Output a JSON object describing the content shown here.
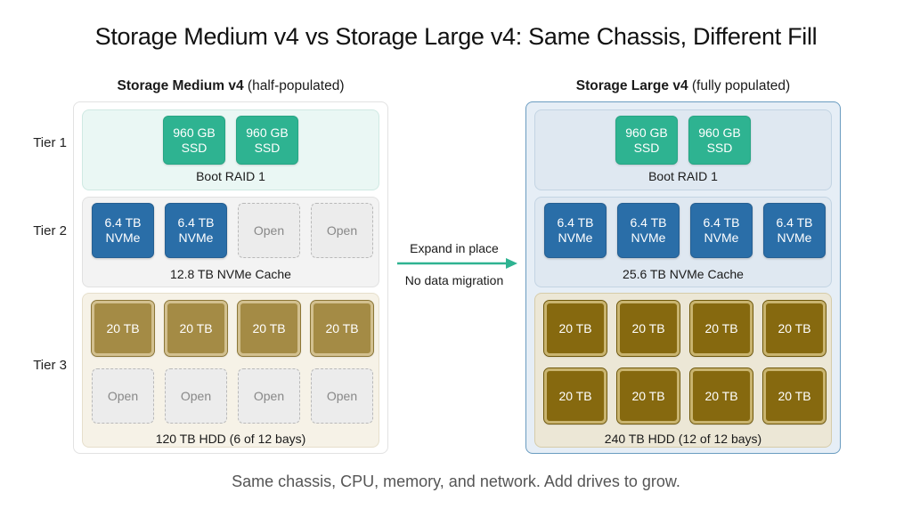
{
  "title": "Storage Medium v4 vs Storage Large v4: Same Chassis, Different Fill",
  "tier_labels": [
    "Tier 1",
    "Tier 2",
    "Tier 3"
  ],
  "colors": {
    "ssd": "#2eb391",
    "nvme": "#2a6ea8",
    "hdd_medium": "#a48b45",
    "hdd_large": "#86690f",
    "arrow": "#2eb391",
    "large_border": "#6a9cc0"
  },
  "medium": {
    "name": "Storage Medium v4",
    "qualifier": "(half-populated)",
    "tier1": {
      "drives": [
        {
          "line1": "960 GB",
          "line2": "SSD"
        },
        {
          "line1": "960 GB",
          "line2": "SSD"
        }
      ],
      "caption": "Boot RAID 1"
    },
    "tier2": {
      "drives": [
        {
          "line1": "6.4 TB",
          "line2": "NVMe"
        },
        {
          "line1": "6.4 TB",
          "line2": "NVMe"
        },
        {
          "line1": "Open"
        },
        {
          "line1": "Open"
        }
      ],
      "caption": "12.8 TB NVMe Cache"
    },
    "tier3": {
      "row1": [
        "20 TB",
        "20 TB",
        "20 TB",
        "20 TB"
      ],
      "row2": [
        "Open",
        "Open",
        "Open",
        "Open"
      ],
      "caption": "120 TB HDD (6 of 12 bays)"
    }
  },
  "large": {
    "name": "Storage Large v4",
    "qualifier": "(fully populated)",
    "tier1": {
      "drives": [
        {
          "line1": "960 GB",
          "line2": "SSD"
        },
        {
          "line1": "960 GB",
          "line2": "SSD"
        }
      ],
      "caption": "Boot RAID 1"
    },
    "tier2": {
      "drives": [
        {
          "line1": "6.4 TB",
          "line2": "NVMe"
        },
        {
          "line1": "6.4 TB",
          "line2": "NVMe"
        },
        {
          "line1": "6.4 TB",
          "line2": "NVMe"
        },
        {
          "line1": "6.4 TB",
          "line2": "NVMe"
        }
      ],
      "caption": "25.6 TB NVMe Cache"
    },
    "tier3": {
      "row1": [
        "20 TB",
        "20 TB",
        "20 TB",
        "20 TB"
      ],
      "row2": [
        "20 TB",
        "20 TB",
        "20 TB",
        "20 TB"
      ],
      "caption": "240 TB HDD (12 of 12 bays)"
    }
  },
  "transition": {
    "top_label": "Expand in place",
    "bottom_label": "No data migration",
    "icon": "arrow-right-icon"
  },
  "footer": "Same chassis, CPU, memory, and network. Add drives to grow."
}
